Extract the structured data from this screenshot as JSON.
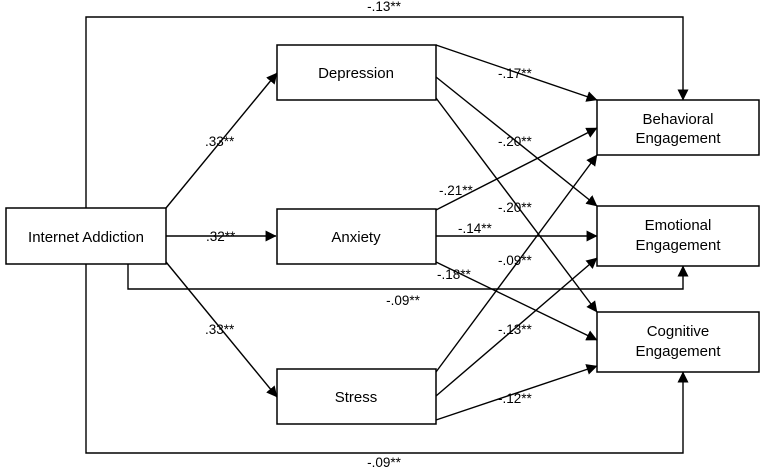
{
  "nodes": {
    "internet_addiction": "Internet Addiction",
    "depression": "Depression",
    "anxiety": "Anxiety",
    "stress": "Stress",
    "behavioral": [
      "Behavioral",
      "Engagement"
    ],
    "emotional": [
      "Emotional",
      "Engagement"
    ],
    "cognitive": [
      "Cognitive",
      "Engagement"
    ]
  },
  "paths": {
    "ia_behavioral": "-.13**",
    "ia_depression": ".33**",
    "ia_anxiety": ".32**",
    "ia_stress": ".33**",
    "ia_emotional": "-.09**",
    "ia_cognitive": "-.09**",
    "depression_behavioral": "-.17**",
    "depression_emotional": "-.20**",
    "depression_cognitive": "-.20**",
    "anxiety_behavioral": "-.21**",
    "anxiety_emotional": "-.14**",
    "anxiety_cognitive": "-.18**",
    "stress_behavioral": "-.09**",
    "stress_emotional": "-.13**",
    "stress_cognitive": "-.12**"
  }
}
